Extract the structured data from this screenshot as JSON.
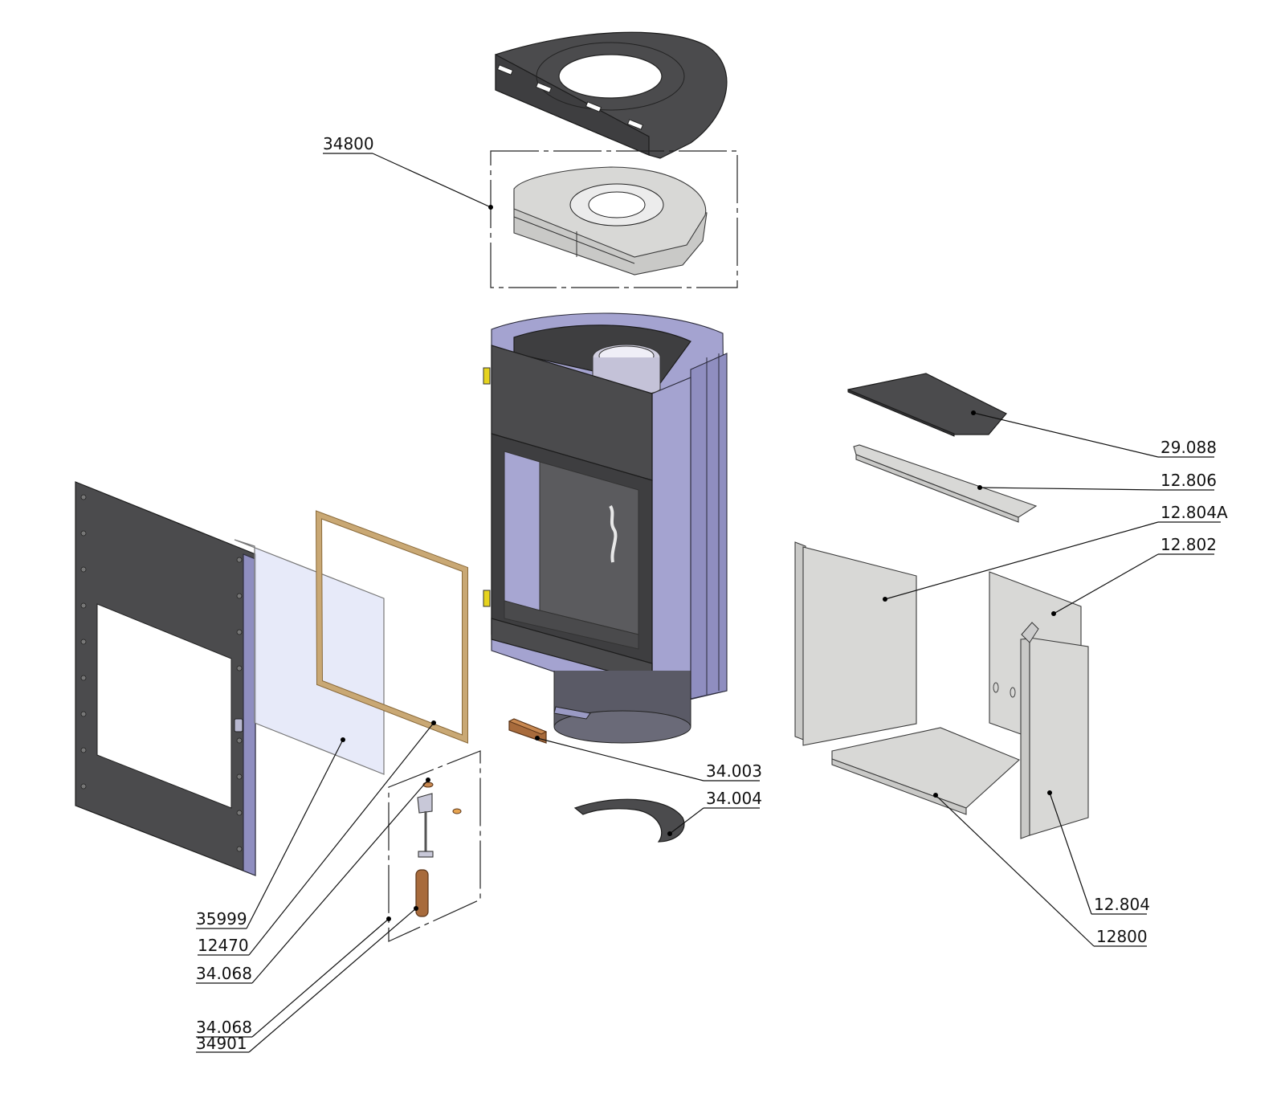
{
  "diagram": {
    "type": "exploded-parts-view",
    "subject": "Cylindrical wood-burning stove insert",
    "parts": [
      {
        "id": "top-plate",
        "label": ""
      },
      {
        "id": "insulation-ring",
        "label": "34800"
      },
      {
        "id": "baffle-plate",
        "label": "29.088"
      },
      {
        "id": "baffle-brick",
        "label": "12.806"
      },
      {
        "id": "side-brick-left",
        "label": "12.804A"
      },
      {
        "id": "back-brick",
        "label": "12.802"
      },
      {
        "id": "side-brick-right",
        "label": "12.804"
      },
      {
        "id": "floor-brick",
        "label": "12800"
      },
      {
        "id": "log-retainer",
        "label": "34.003"
      },
      {
        "id": "ash-ring",
        "label": "34.004"
      },
      {
        "id": "door-glass",
        "label": "35999"
      },
      {
        "id": "door-gasket",
        "label": "12470"
      },
      {
        "id": "handle-pin",
        "label": "34.068"
      },
      {
        "id": "handle-assembly",
        "label": "34.068"
      },
      {
        "id": "wood-handle",
        "label": "34901"
      },
      {
        "id": "door-frame",
        "label": ""
      },
      {
        "id": "firebox-body",
        "label": ""
      }
    ]
  },
  "labels": {
    "l34800": "34800",
    "l29088": "29.088",
    "l12806": "12.806",
    "l12804A": "12.804A",
    "l12802": "12.802",
    "l12804": "12.804",
    "l12800": "12800",
    "l34003": "34.003",
    "l34004": "34.004",
    "l35999": "35999",
    "l12470": "12470",
    "l34068a": "34.068",
    "l34068b": "34.068",
    "l34901": "34901"
  }
}
